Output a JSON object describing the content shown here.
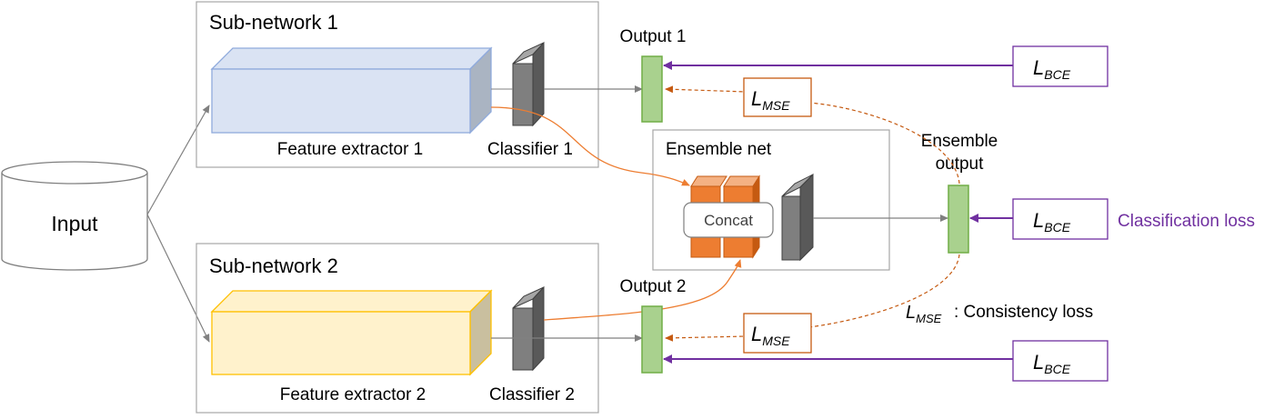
{
  "input": {
    "label": "Input"
  },
  "subnet1": {
    "title": "Sub-network 1",
    "feature_label": "Feature extractor 1",
    "classifier_label": "Classifier 1"
  },
  "subnet2": {
    "title": "Sub-network 2",
    "feature_label": "Feature extractor 2",
    "classifier_label": "Classifier 2"
  },
  "ensemble": {
    "title": "Ensemble net",
    "concat_label": "Concat",
    "output_label_line1": "Ensemble",
    "output_label_line2": "output"
  },
  "outputs": {
    "output1": "Output 1",
    "output2": "Output 2"
  },
  "losses": {
    "bce_main": "L",
    "bce_sub": "BCE",
    "mse_main": "L",
    "mse_sub": "MSE",
    "classification_loss": "Classification loss",
    "consistency_loss": ": Consistency loss"
  },
  "colors": {
    "feature1_fill": "#dae3f3",
    "feature1_stroke": "#8faadc",
    "feature2_fill": "#fff2cc",
    "feature2_stroke": "#ffc000",
    "output_fill": "#a9d18e",
    "output_stroke": "#70ad47",
    "concat_orange": "#ed7d31",
    "loss_purple": "#7030a0",
    "mse_brown": "#c55a11"
  }
}
